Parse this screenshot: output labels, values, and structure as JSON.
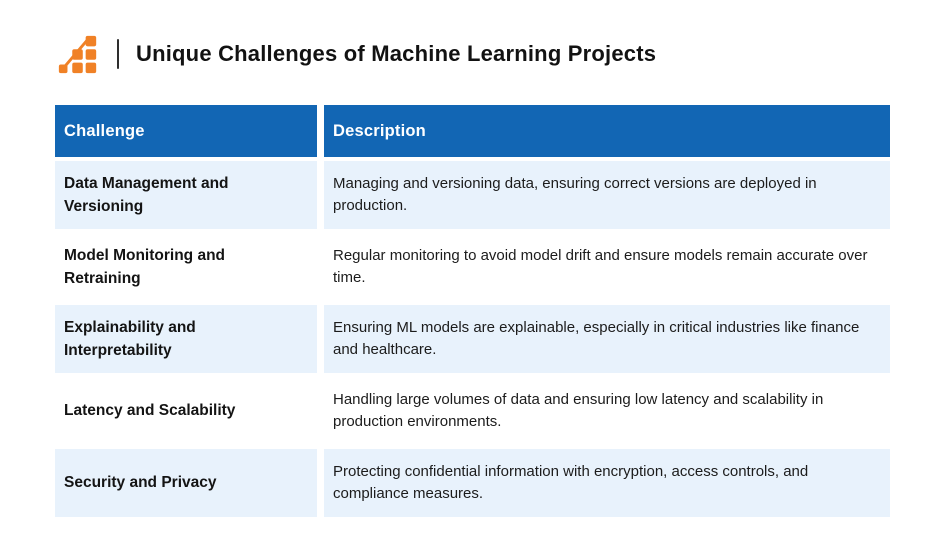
{
  "colors": {
    "header_blue": "#1266B4",
    "row_alt_bg": "#E8F2FC",
    "row_bg": "#FFFFFF",
    "logo_orange": "#F08126",
    "divider_color": "#2E2E2E",
    "title_color": "#121212",
    "body_text": "#1C1C1C"
  },
  "header": {
    "logo_icon": "bar-chart-growth-logo-icon",
    "title": "Unique Challenges of Machine Learning Projects"
  },
  "table": {
    "columns": [
      {
        "label": "Challenge"
      },
      {
        "label": "Description"
      }
    ],
    "rows": [
      {
        "challenge": "Data Management and Versioning",
        "description": "Managing and versioning data, ensuring correct versions are deployed in production."
      },
      {
        "challenge": "Model Monitoring and Retraining",
        "description": "Regular monitoring to avoid model drift and ensure models remain accurate over time."
      },
      {
        "challenge": "Explainability and Interpretability",
        "description": "Ensuring ML models are explainable, especially in critical industries like finance and healthcare."
      },
      {
        "challenge": "Latency and Scalability",
        "description": "Handling large volumes of data and ensuring low latency and scalability in production environments."
      },
      {
        "challenge": "Security and Privacy",
        "description": "Protecting confidential information with encryption, access controls, and compliance measures."
      }
    ]
  }
}
